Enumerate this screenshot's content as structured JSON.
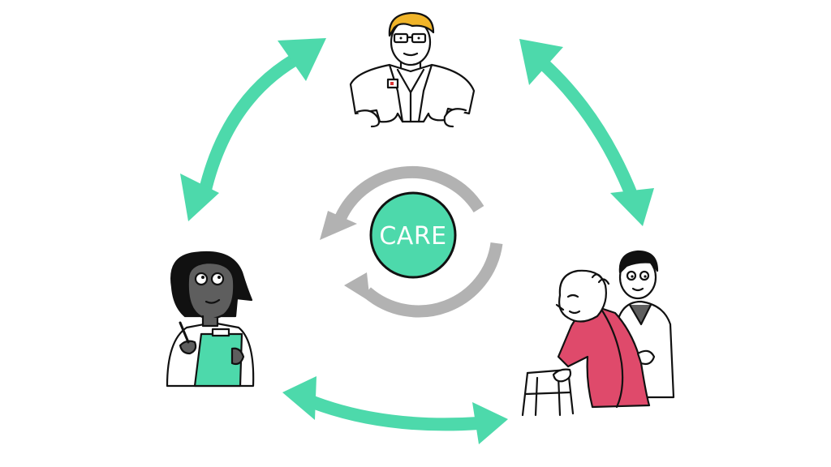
{
  "diagram": {
    "center_label": "CARE",
    "colors": {
      "accent_green": "#4dd9ab",
      "cycle_gray": "#b2b2b2",
      "outline": "#111111",
      "patient_robe": "#df4a6b",
      "nurse_skin": "#5e5e5e",
      "doctor_hair": "#f0b429"
    },
    "figures": [
      "doctor",
      "nurse-with-clipboard",
      "patient-with-walker-and-caregiver"
    ],
    "connections": [
      {
        "from": "doctor",
        "to": "nurse",
        "arrow": "double"
      },
      {
        "from": "doctor",
        "to": "patient",
        "arrow": "double"
      },
      {
        "from": "nurse",
        "to": "patient",
        "arrow": "double"
      }
    ],
    "icons": [
      "double-arrow-icon",
      "cycle-arrow-icon"
    ]
  }
}
